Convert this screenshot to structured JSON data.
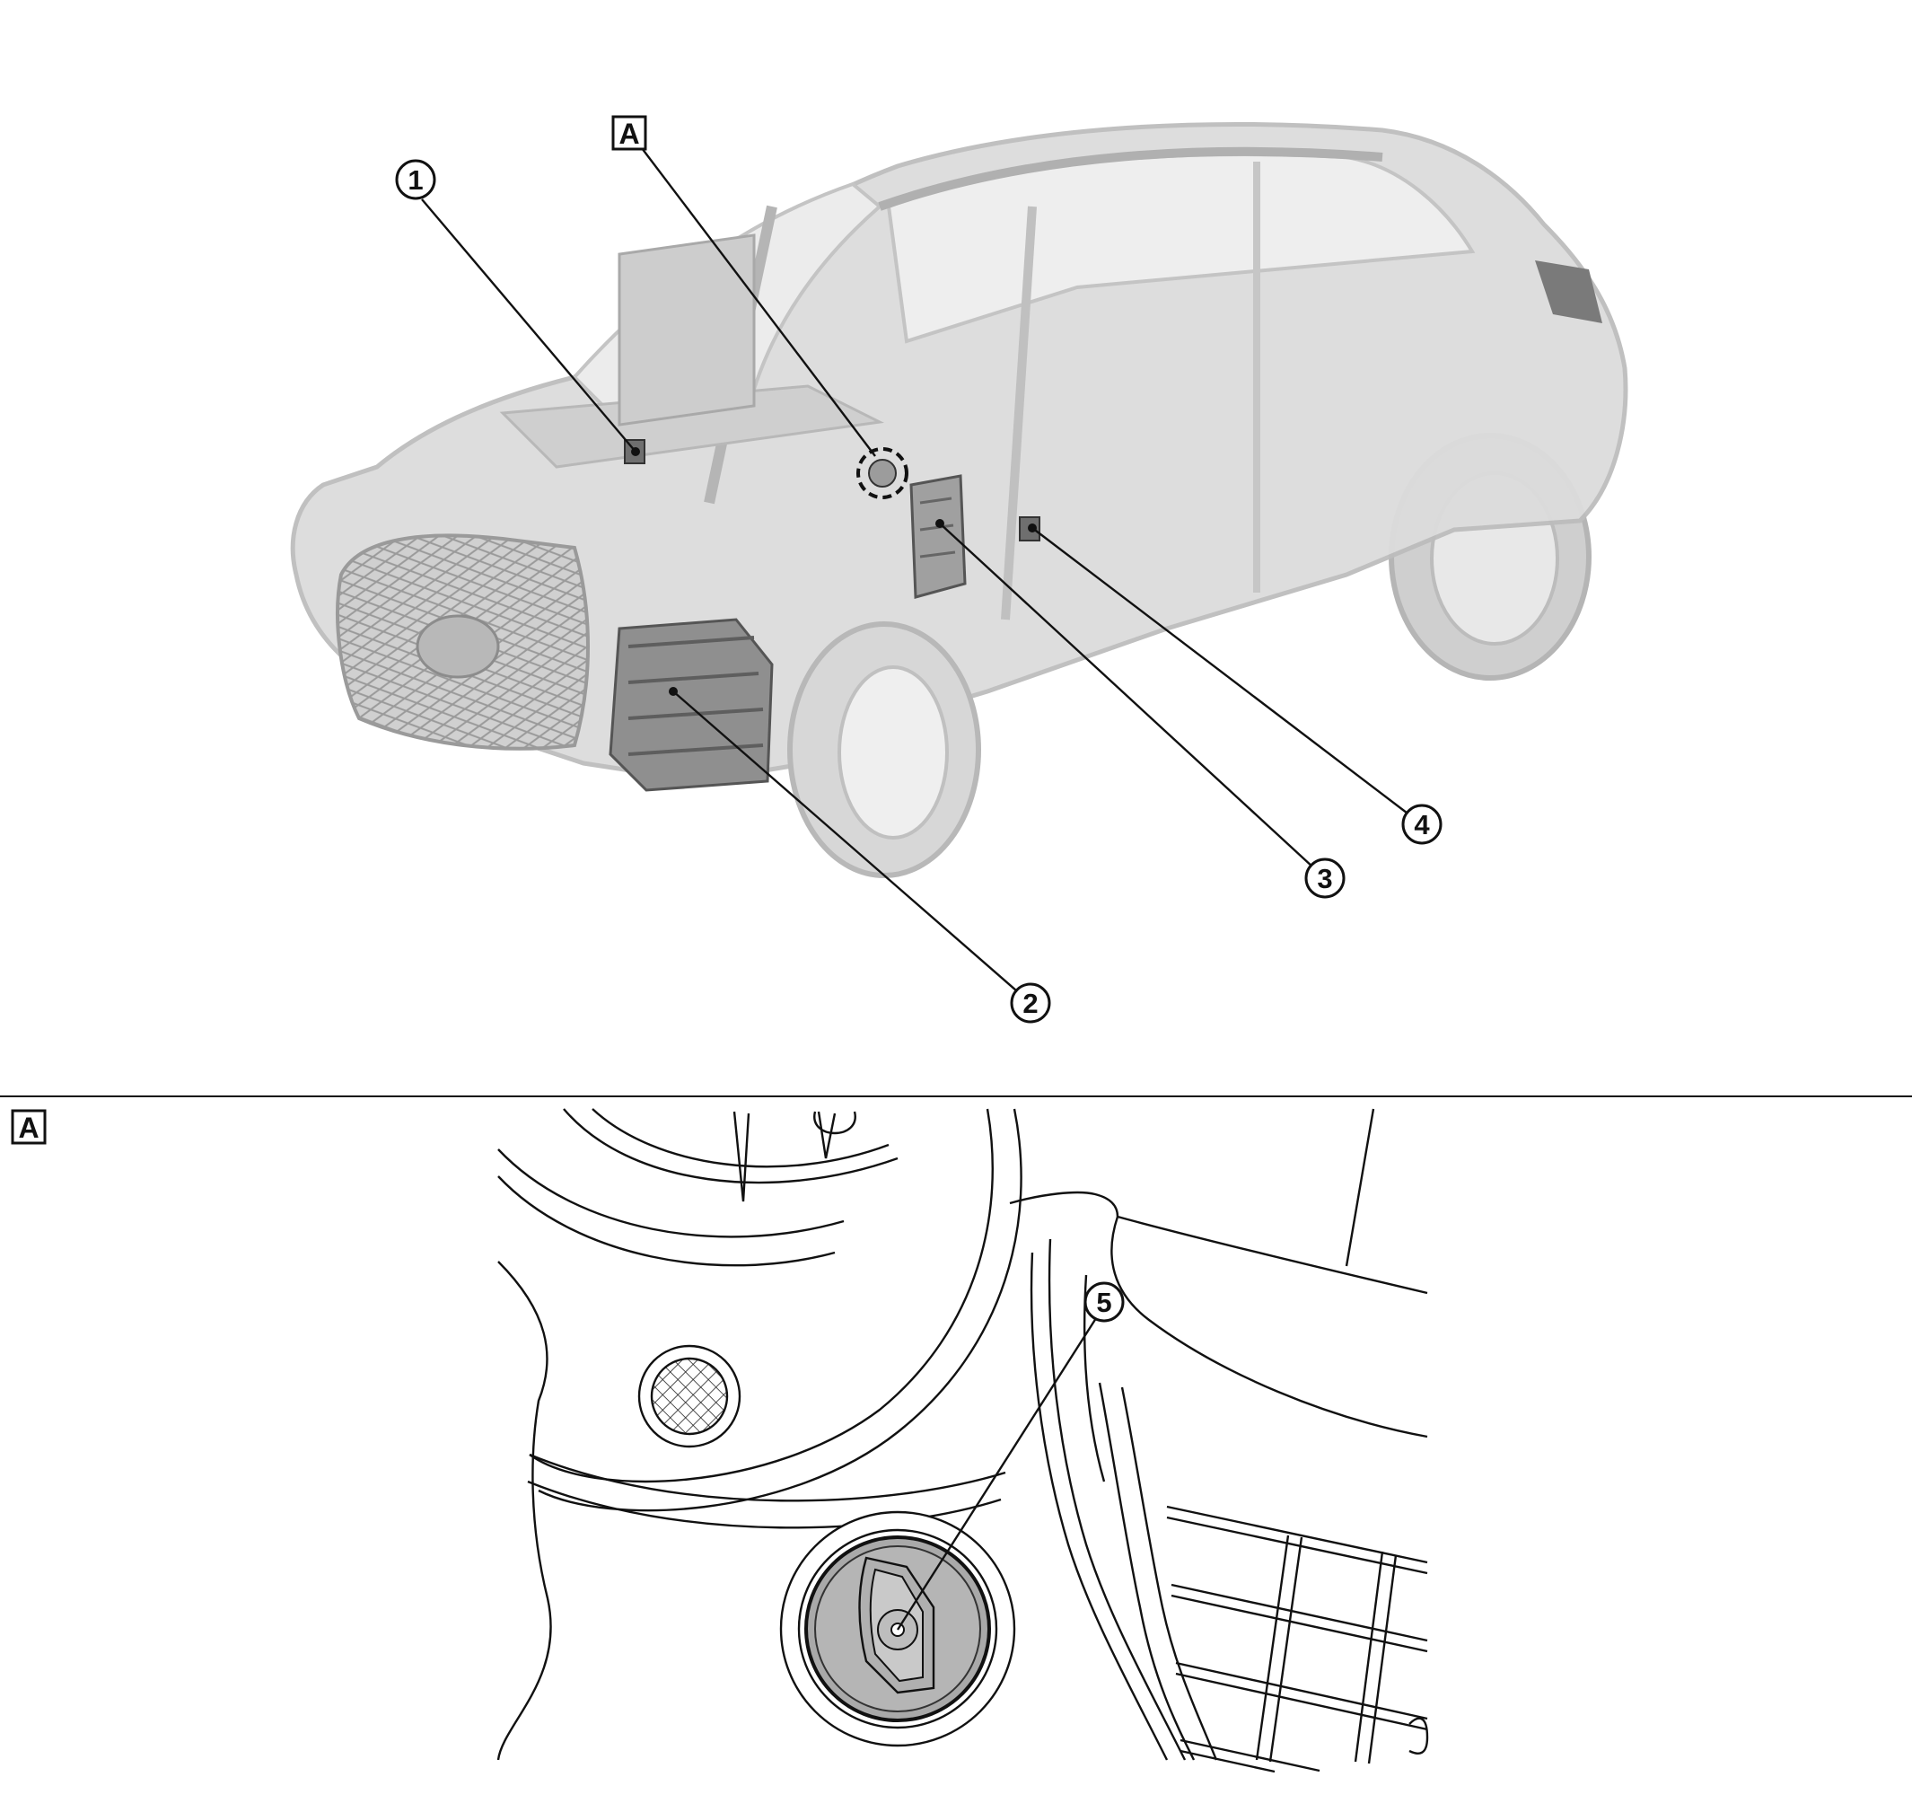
{
  "diagram": {
    "view_label": "A",
    "detail_label": "A",
    "callouts": [
      {
        "id": "1",
        "text": "1"
      },
      {
        "id": "2",
        "text": "2"
      },
      {
        "id": "3",
        "text": "3"
      },
      {
        "id": "4",
        "text": "4"
      },
      {
        "id": "5",
        "text": "5"
      }
    ]
  },
  "colors": {
    "line": "#111111",
    "car_body": "#d9d9d9",
    "car_shade": "#bdbdbd",
    "part_fill": "#a8a8a8"
  }
}
